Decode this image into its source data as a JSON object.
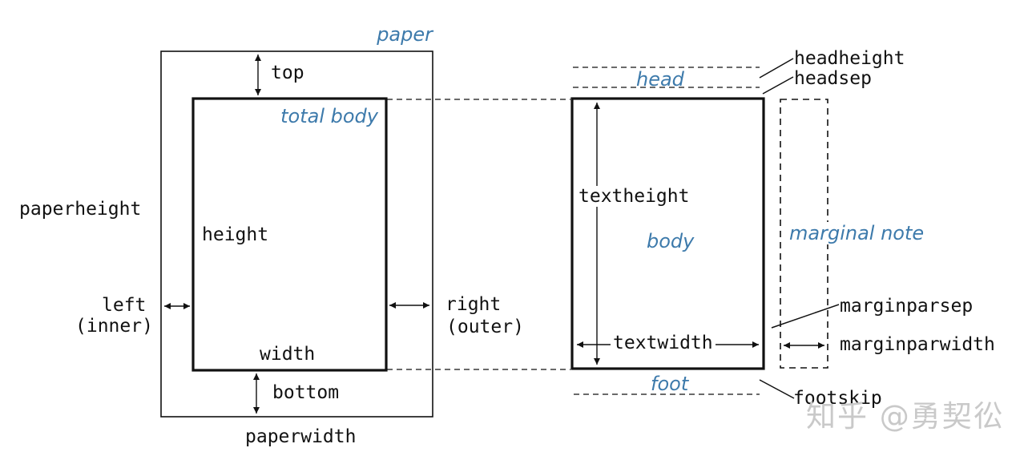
{
  "colors": {
    "accent_blue": "#3d7aab",
    "line_black": "#111111",
    "watermark_gray": "#c9c9c9"
  },
  "left_figure": {
    "paper_label": "paper",
    "total_body_label": "total body",
    "top_label": "top",
    "paperheight_label": "paperheight",
    "height_label": "height",
    "left_label": "left",
    "left_sub_label": "(inner)",
    "right_label": "right",
    "right_sub_label": "(outer)",
    "width_label": "width",
    "bottom_label": "bottom",
    "paperwidth_label": "paperwidth"
  },
  "right_figure": {
    "head_label": "head",
    "headheight_label": "headheight",
    "headsep_label": "headsep",
    "textheight_label": "textheight",
    "body_label": "body",
    "marginal_note_label": "marginal note",
    "textwidth_label": "textwidth",
    "marginparsep_label": "marginparsep",
    "marginparwidth_label": "marginparwidth",
    "foot_label": "foot",
    "footskip_label": "footskip"
  },
  "watermark": {
    "text": "知乎 @勇契彸"
  }
}
